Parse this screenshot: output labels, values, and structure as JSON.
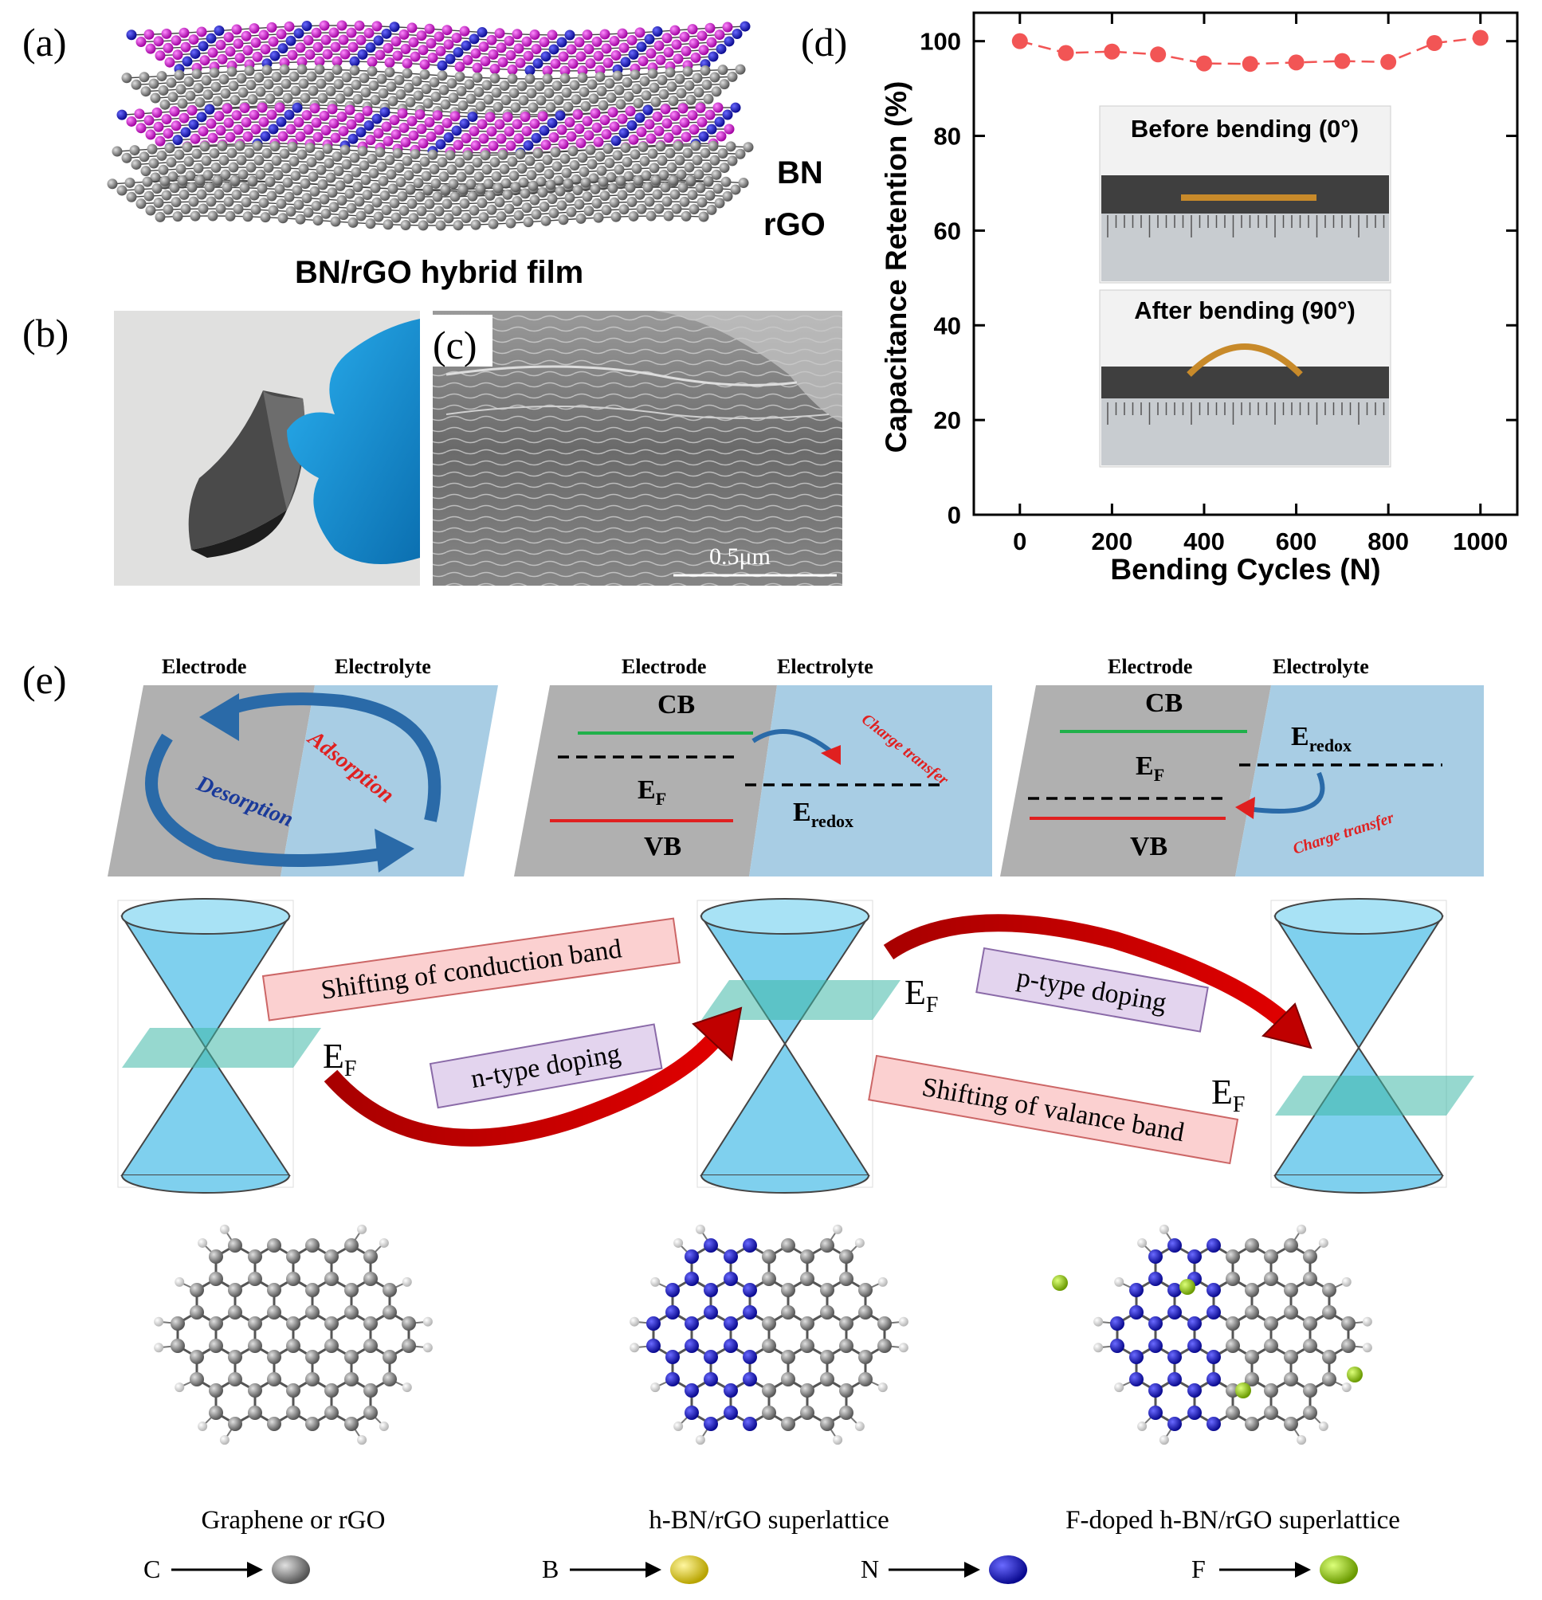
{
  "panels": {
    "a": {
      "label": "(a)",
      "caption": "BN/rGO hybrid film",
      "layer_labels": [
        "BN",
        "rGO"
      ]
    },
    "b": {
      "label": "(b)"
    },
    "c": {
      "label": "(c)",
      "scale_bar": "0.5μm"
    },
    "d": {
      "label": "(d)",
      "inset_top": "Before bending (0°)",
      "inset_bottom": "After bending (90°)"
    },
    "e": {
      "label": "(e)",
      "interfaces": [
        {
          "left": "Electrode",
          "right": "Electrolyte",
          "arrow_top": "Adsorption",
          "arrow_bottom": "Desorption"
        },
        {
          "left": "Electrode",
          "right": "Electrolyte",
          "cb": "CB",
          "vb": "VB",
          "ef": "E",
          "ef_sub": "F",
          "eredox": "E",
          "eredox_sub": "redox",
          "transfer": "Charge transfer"
        },
        {
          "left": "Electrode",
          "right": "Electrolyte",
          "cb": "CB",
          "vb": "VB",
          "ef": "E",
          "ef_sub": "F",
          "eredox": "E",
          "eredox_sub": "redox",
          "transfer": "Charge transfer"
        }
      ],
      "bands": {
        "shift_cb": "Shifting of conduction band",
        "n_doping": "n-type doping",
        "p_doping": "p-type doping",
        "shift_vb": "Shifting of valance band",
        "ef": "E",
        "ef_sub": "F"
      },
      "structures": [
        "Graphene or rGO",
        "h-BN/rGO superlattice",
        "F-doped h-BN/rGO superlattice"
      ],
      "legend": [
        {
          "symbol": "C",
          "color": "#8c8c8c"
        },
        {
          "symbol": "B",
          "color": "#e6d21a"
        },
        {
          "symbol": "N",
          "color": "#1a1ad0"
        },
        {
          "symbol": "F",
          "color": "#9ccc1a"
        }
      ]
    }
  },
  "chart_data": {
    "type": "line",
    "xlabel": "Bending Cycles (N)",
    "ylabel": "Capacitance Retention (%)",
    "xlim": [
      -100,
      1080
    ],
    "ylim": [
      0,
      106
    ],
    "xticks": [
      0,
      200,
      400,
      600,
      800,
      1000
    ],
    "yticks": [
      0,
      20,
      40,
      60,
      80,
      100
    ],
    "marker_color": "#f25555",
    "series": [
      {
        "x": [
          0,
          100,
          200,
          300,
          400,
          500,
          600,
          700,
          800,
          900,
          1000
        ],
        "y": [
          100,
          97.5,
          97.8,
          97.2,
          95.3,
          95.2,
          95.5,
          95.8,
          95.6,
          99.6,
          100.7
        ]
      }
    ]
  }
}
